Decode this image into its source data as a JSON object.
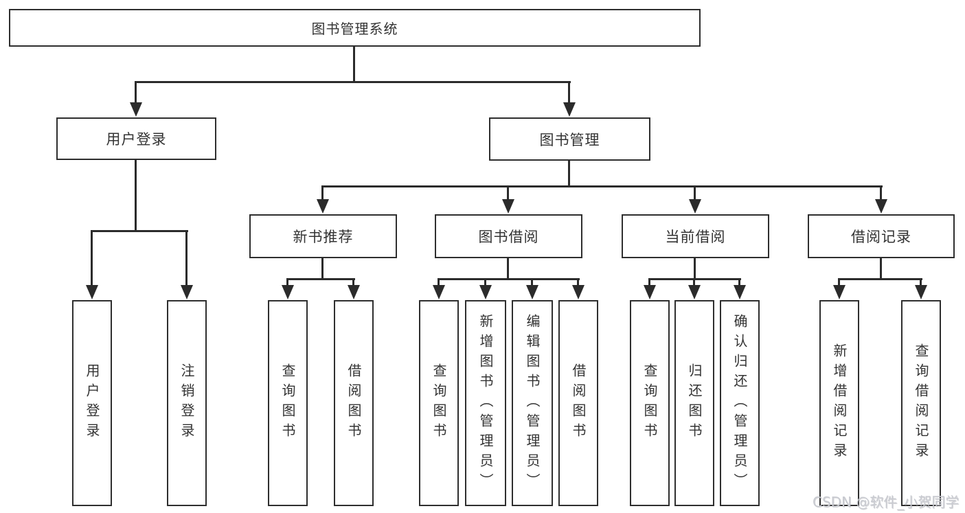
{
  "diagram": {
    "type": "hierarchy-tree",
    "title_node": {
      "label": "图书管理系统"
    },
    "level2": [
      {
        "id": "user-login",
        "label": "用户登录",
        "children": [
          "用户登录",
          "注销登录"
        ]
      },
      {
        "id": "book-management",
        "label": "图书管理"
      }
    ],
    "level3": [
      {
        "id": "new-book-recommend",
        "label": "新书推荐",
        "children": [
          "查询图书",
          "借阅图书"
        ]
      },
      {
        "id": "book-borrow",
        "label": "图书借阅",
        "children": [
          "查询图书",
          "新增图书（管理员）",
          "编辑图书（管理员）",
          "借阅图书"
        ]
      },
      {
        "id": "current-borrow",
        "label": "当前借阅",
        "children": [
          "查询图书",
          "归还图书",
          "确认归还（管理员）"
        ]
      },
      {
        "id": "borrow-records",
        "label": "借阅记录",
        "children": [
          "新增借阅记录",
          "查询借阅记录"
        ]
      }
    ],
    "watermark": "CSDN @软件_小贺同学",
    "colors": {
      "line": "#2b2b2b",
      "box_border": "#2e2e2e",
      "box_fill": "#ffffff",
      "text": "#333333",
      "watermark": "#c9cbd1",
      "background": "#ffffff"
    }
  }
}
